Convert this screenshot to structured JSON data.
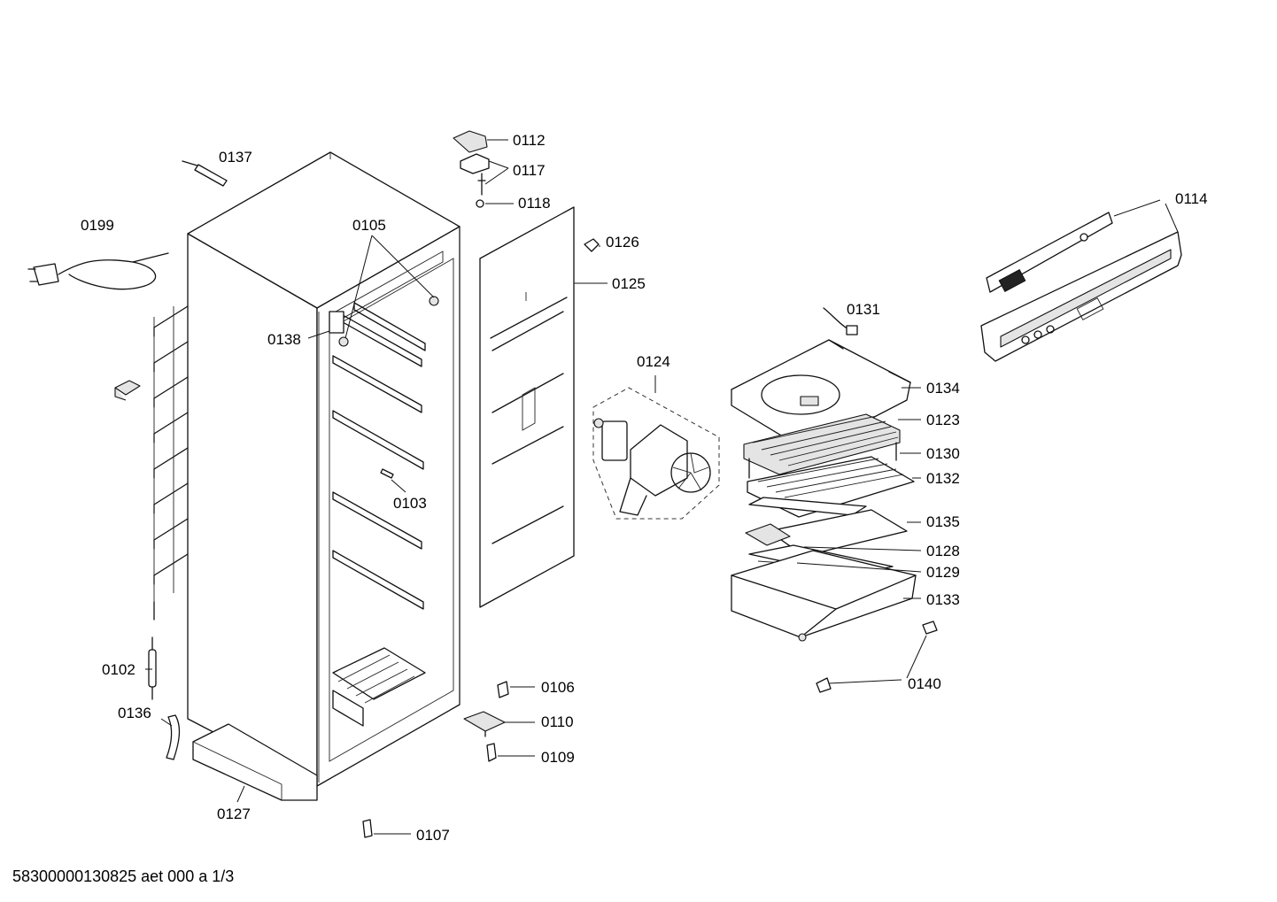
{
  "footer_code": "58300000130825 aet 000 a 1/3",
  "labels": {
    "p0112": "0112",
    "p0117": "0117",
    "p0118": "0118",
    "p0137": "0137",
    "p0199": "0199",
    "p0105": "0105",
    "p0126": "0126",
    "p0125": "0125",
    "p0114": "0114",
    "p0138": "0138",
    "p0131": "0131",
    "p0124": "0124",
    "p0134": "0134",
    "p0123": "0123",
    "p0130": "0130",
    "p0132": "0132",
    "p0103": "0103",
    "p0135": "0135",
    "p0128": "0128",
    "p0129": "0129",
    "p0133": "0133",
    "p0102": "0102",
    "p0106": "0106",
    "p0140": "0140",
    "p0136": "0136",
    "p0110": "0110",
    "p0109": "0109",
    "p0127": "0127",
    "p0107": "0107"
  }
}
